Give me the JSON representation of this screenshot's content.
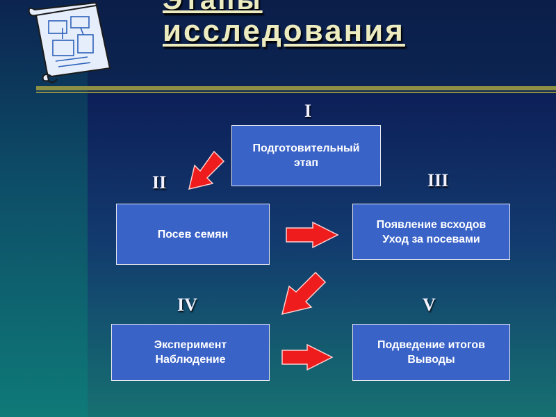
{
  "title": {
    "line1": "Этапы",
    "line2": "исследования"
  },
  "stages": [
    {
      "numeral": "I",
      "text": "Подготовительный\nэтап"
    },
    {
      "numeral": "II",
      "text": "Посев семян"
    },
    {
      "numeral": "III",
      "text": "Появление всходов\nУход за посевами"
    },
    {
      "numeral": "IV",
      "text": "Эксперимент\nНаблюдение"
    },
    {
      "numeral": "V",
      "text": "Подведение итогов\nВыводы"
    }
  ],
  "icons": {
    "scroll": "blueprint-scroll-icon",
    "arrow": "red-arrow-icon"
  },
  "colors": {
    "box_fill": "#3a63c8",
    "arrow": "#ee1c1c",
    "title_text": "#ececc0",
    "rule": "#8d8f45"
  }
}
